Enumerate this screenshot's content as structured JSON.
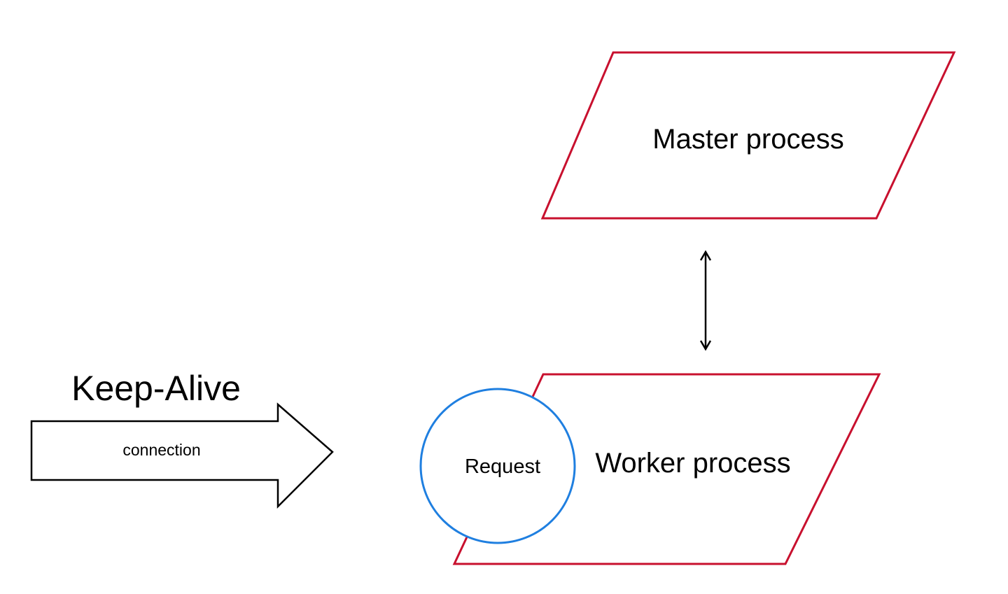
{
  "diagram": {
    "master": {
      "label": "Master process",
      "stroke": "#c8102e"
    },
    "worker": {
      "label": "Worker process",
      "stroke": "#c8102e"
    },
    "request": {
      "label": "Request",
      "stroke": "#1f7fe0"
    },
    "keepalive": {
      "title": "Keep-Alive",
      "arrow_label": "connection",
      "stroke": "#000000"
    },
    "link": {
      "stroke": "#000000",
      "direction": "bidirectional"
    }
  }
}
